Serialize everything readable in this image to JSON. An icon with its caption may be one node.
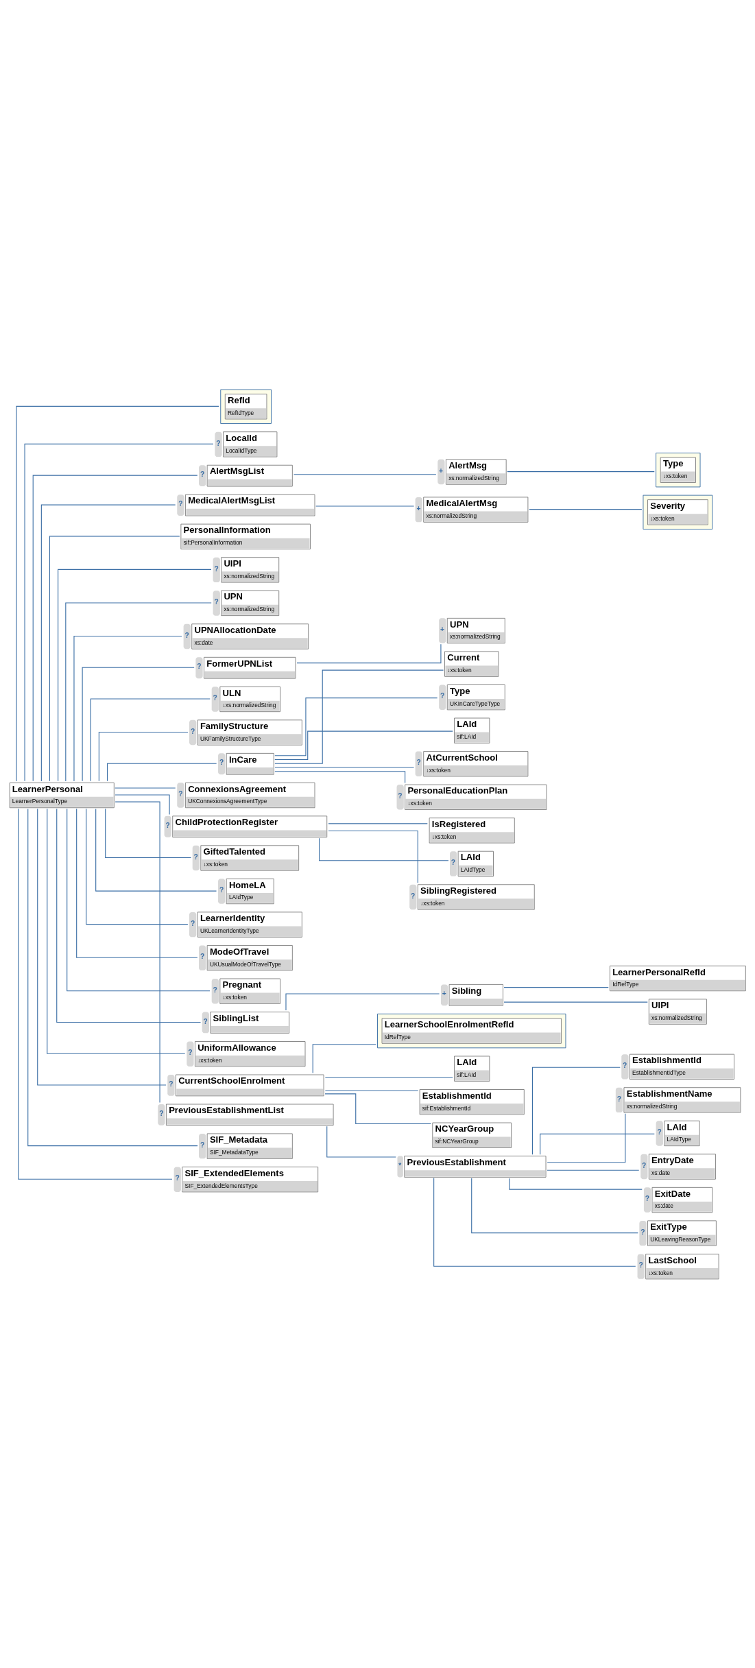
{
  "diagram": {
    "nodes": [
      {
        "text": [
          "LearnerPersonal",
          "LearnerPersonalType"
        ]
      },
      {
        "text": [
          "RefId",
          "RefIdType"
        ]
      },
      {
        "text": [
          "LocalId",
          "LocalIdType"
        ],
        "beside": [
          "?"
        ]
      },
      {
        "text": [
          "AlertMsgList"
        ],
        "beside": [
          "?"
        ]
      },
      {
        "text": [
          "AlertMsg",
          "xs:normalizedString"
        ],
        "beside": [
          "+"
        ]
      },
      {
        "text": [
          "Type",
          "↓xs:token"
        ]
      },
      {
        "text": [
          "MedicalAlertMsgList"
        ],
        "beside": [
          "?"
        ]
      },
      {
        "text": [
          "MedicalAlertMsg",
          "xs:normalizedString"
        ],
        "beside": [
          "+"
        ]
      },
      {
        "text": [
          "Severity",
          "↓xs:token"
        ]
      },
      {
        "text": [
          "PersonalInformation",
          "sif:PersonalInformation"
        ]
      },
      {
        "text": [
          "UIPI",
          "xs:normalizedString"
        ],
        "beside": [
          "?"
        ]
      },
      {
        "text": [
          "UPN",
          "xs:normalizedString"
        ],
        "beside": [
          "?"
        ]
      },
      {
        "text": [
          "UPNAllocationDate",
          "xs:date"
        ],
        "beside": [
          "?"
        ]
      },
      {
        "text": [
          "FormerUPNList"
        ],
        "beside": [
          "?"
        ]
      },
      {
        "text": [
          "UPN",
          "xs:normalizedString"
        ],
        "beside": [
          "+"
        ]
      },
      {
        "text": [
          "ULN",
          "↓xs:normalizedString"
        ],
        "beside": [
          "?"
        ]
      },
      {
        "text": [
          "FamilyStructure",
          "UKFamilyStructureType"
        ],
        "beside": [
          "?"
        ]
      },
      {
        "text": [
          "InCare"
        ],
        "beside": [
          "?"
        ]
      },
      {
        "text": [
          "Current",
          "↓xs:token"
        ]
      },
      {
        "text": [
          "Type",
          "UKInCareTypeType"
        ],
        "beside": [
          "?"
        ]
      },
      {
        "text": [
          "LAId",
          "sif:LAId"
        ]
      },
      {
        "text": [
          "AtCurrentSchool",
          "↓xs:token"
        ],
        "beside": [
          "?"
        ]
      },
      {
        "text": [
          "PersonalEducationPlan",
          "↓xs:token"
        ],
        "beside": [
          "?"
        ]
      },
      {
        "text": [
          "ConnexionsAgreement",
          "UKConnexionsAgreementType"
        ],
        "beside": [
          "?"
        ]
      },
      {
        "text": [
          "ChildProtectionRegister"
        ],
        "beside": [
          "?"
        ]
      },
      {
        "text": [
          "IsRegistered",
          "↓xs:token"
        ]
      },
      {
        "text": [
          "LAId",
          "LAIdType"
        ],
        "beside": [
          "?"
        ]
      },
      {
        "text": [
          "SiblingRegistered",
          "↓xs:token"
        ],
        "beside": [
          "?"
        ]
      },
      {
        "text": [
          "GiftedTalented",
          "↓xs:token"
        ],
        "beside": [
          "?"
        ]
      },
      {
        "text": [
          "HomeLA",
          "LAIdType"
        ],
        "beside": [
          "?"
        ]
      },
      {
        "text": [
          "LearnerIdentity",
          "UKLearnerIdentityType"
        ],
        "beside": [
          "?"
        ]
      },
      {
        "text": [
          "ModeOfTravel",
          "UKUsualModeOfTravelType"
        ],
        "beside": [
          "?"
        ]
      },
      {
        "text": [
          "Pregnant",
          "↓xs:token"
        ],
        "beside": [
          "?"
        ]
      },
      {
        "text": [
          "SiblingList"
        ],
        "beside": [
          "?"
        ]
      },
      {
        "text": [
          "Sibling"
        ],
        "beside": [
          "+"
        ]
      },
      {
        "text": [
          "LearnerPersonalRefId",
          "IdRefType"
        ]
      },
      {
        "text": [
          "UIPI",
          "xs:normalizedString"
        ]
      },
      {
        "text": [
          "UniformAllowance",
          "↓xs:token"
        ],
        "beside": [
          "?"
        ]
      },
      {
        "text": [
          "CurrentSchoolEnrolment"
        ],
        "beside": [
          "?"
        ]
      },
      {
        "text": [
          "LearnerSchoolEnrolmentRefId",
          "IdRefType"
        ]
      },
      {
        "text": [
          "LAId",
          "sif:LAId"
        ]
      },
      {
        "text": [
          "EstablishmentId",
          "sif:EstablishmentId"
        ]
      },
      {
        "text": [
          "NCYearGroup",
          "sif:NCYearGroup"
        ]
      },
      {
        "text": [
          "PreviousEstablishmentList"
        ],
        "beside": [
          "?"
        ]
      },
      {
        "text": [
          "PreviousEstablishment"
        ],
        "beside": [
          "*"
        ]
      },
      {
        "text": [
          "EstablishmentId",
          "EstablishmentIdType"
        ],
        "beside": [
          "?"
        ]
      },
      {
        "text": [
          "EstablishmentName",
          "xs:normalizedString"
        ],
        "beside": [
          "?"
        ]
      },
      {
        "text": [
          "LAId",
          "LAIdType"
        ],
        "beside": [
          "?"
        ]
      },
      {
        "text": [
          "EntryDate",
          "xs:date"
        ],
        "beside": [
          "?"
        ]
      },
      {
        "text": [
          "ExitDate",
          "xs:date"
        ],
        "beside": [
          "?"
        ]
      },
      {
        "text": [
          "ExitType",
          "UKLeavingReasonType"
        ],
        "beside": [
          "?"
        ]
      },
      {
        "text": [
          "LastSchool",
          "↓xs:token"
        ],
        "beside": [
          "?"
        ]
      },
      {
        "text": [
          "SIF_Metadata",
          "SIF_MetadataType"
        ],
        "beside": [
          "?"
        ]
      },
      {
        "text": [
          "SIF_ExtendedElements",
          "SIF_ExtendedElementsType"
        ],
        "beside": [
          "?"
        ]
      }
    ],
    "edges": [
      {
        "from": 0,
        "to": 1,
        "arrow": "none"
      },
      {
        "from": 0,
        "to": 2,
        "arrow": "none"
      },
      {
        "from": 0,
        "to": 3,
        "arrow": "none"
      },
      {
        "from": 3,
        "to": 4,
        "arrow": "none"
      },
      {
        "from": 4,
        "to": 5,
        "arrow": "none"
      },
      {
        "from": 0,
        "to": 6,
        "arrow": "none"
      },
      {
        "from": 6,
        "to": 7,
        "arrow": "none"
      },
      {
        "from": 7,
        "to": 8,
        "arrow": "none"
      },
      {
        "from": 0,
        "to": 9,
        "arrow": "none"
      },
      {
        "from": 0,
        "to": 10,
        "arrow": "none"
      },
      {
        "from": 0,
        "to": 11,
        "arrow": "none"
      },
      {
        "from": 0,
        "to": 12,
        "arrow": "none"
      },
      {
        "from": 0,
        "to": 13,
        "arrow": "none"
      },
      {
        "from": 13,
        "to": 14,
        "arrow": "none"
      },
      {
        "from": 0,
        "to": 15,
        "arrow": "none"
      },
      {
        "from": 0,
        "to": 16,
        "arrow": "none"
      },
      {
        "from": 0,
        "to": 17,
        "arrow": "none"
      },
      {
        "from": 17,
        "to": 18,
        "arrow": "none"
      },
      {
        "from": 17,
        "to": 19,
        "arrow": "none"
      },
      {
        "from": 17,
        "to": 20,
        "arrow": "none"
      },
      {
        "from": 17,
        "to": 21,
        "arrow": "none"
      },
      {
        "from": 17,
        "to": 22,
        "arrow": "none"
      },
      {
        "from": 0,
        "to": 23,
        "arrow": "none"
      },
      {
        "from": 0,
        "to": 24,
        "arrow": "none"
      },
      {
        "from": 24,
        "to": 25,
        "arrow": "none"
      },
      {
        "from": 24,
        "to": 26,
        "arrow": "none"
      },
      {
        "from": 24,
        "to": 27,
        "arrow": "none"
      },
      {
        "from": 0,
        "to": 28,
        "arrow": "none"
      },
      {
        "from": 0,
        "to": 29,
        "arrow": "none"
      },
      {
        "from": 0,
        "to": 30,
        "arrow": "none"
      },
      {
        "from": 0,
        "to": 31,
        "arrow": "none"
      },
      {
        "from": 0,
        "to": 32,
        "arrow": "none"
      },
      {
        "from": 0,
        "to": 33,
        "arrow": "none"
      },
      {
        "from": 33,
        "to": 34,
        "arrow": "none"
      },
      {
        "from": 34,
        "to": 35,
        "arrow": "none"
      },
      {
        "from": 34,
        "to": 36,
        "arrow": "none"
      },
      {
        "from": 0,
        "to": 37,
        "arrow": "none"
      },
      {
        "from": 0,
        "to": 38,
        "arrow": "none"
      },
      {
        "from": 38,
        "to": 39,
        "arrow": "none"
      },
      {
        "from": 38,
        "to": 40,
        "arrow": "none"
      },
      {
        "from": 38,
        "to": 41,
        "arrow": "none"
      },
      {
        "from": 38,
        "to": 42,
        "arrow": "none"
      },
      {
        "from": 0,
        "to": 43,
        "arrow": "none"
      },
      {
        "from": 43,
        "to": 44,
        "arrow": "none"
      },
      {
        "from": 44,
        "to": 45,
        "arrow": "none"
      },
      {
        "from": 44,
        "to": 46,
        "arrow": "none"
      },
      {
        "from": 44,
        "to": 47,
        "arrow": "none"
      },
      {
        "from": 44,
        "to": 48,
        "arrow": "none"
      },
      {
        "from": 44,
        "to": 49,
        "arrow": "none"
      },
      {
        "from": 44,
        "to": 50,
        "arrow": "none"
      },
      {
        "from": 44,
        "to": 51,
        "arrow": "none"
      },
      {
        "from": 0,
        "to": 52,
        "arrow": "none"
      },
      {
        "from": 0,
        "to": 53,
        "arrow": "none"
      }
    ]
  }
}
